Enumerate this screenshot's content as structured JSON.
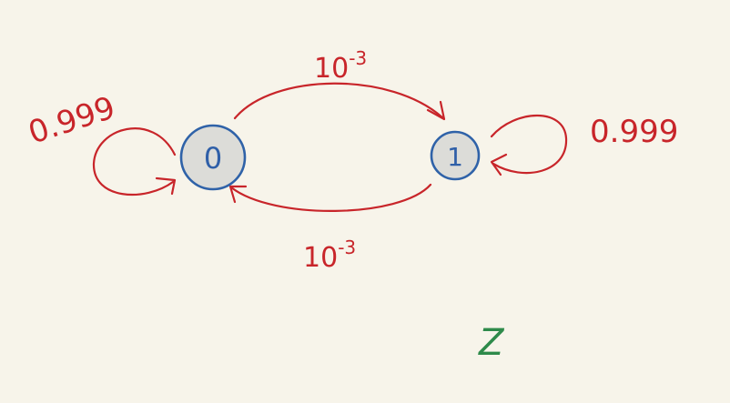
{
  "colors": {
    "background": "#f7f4ea",
    "edge": "#c8252a",
    "node_fill": "#dcdcd8",
    "node_stroke": "#2f62a8",
    "node_text": "#2f5fa8",
    "annotation": "#2e8a4a"
  },
  "nodes": [
    {
      "id": "0",
      "label": "0"
    },
    {
      "id": "1",
      "label": "1"
    }
  ],
  "edges": [
    {
      "from": "0",
      "to": "1",
      "label_base": "10",
      "label_exp": "-3"
    },
    {
      "from": "1",
      "to": "0",
      "label_base": "10",
      "label_exp": "-3"
    },
    {
      "from": "0",
      "to": "0",
      "label": "0.999"
    },
    {
      "from": "1",
      "to": "1",
      "label": "0.999"
    }
  ],
  "annotation": "Z"
}
